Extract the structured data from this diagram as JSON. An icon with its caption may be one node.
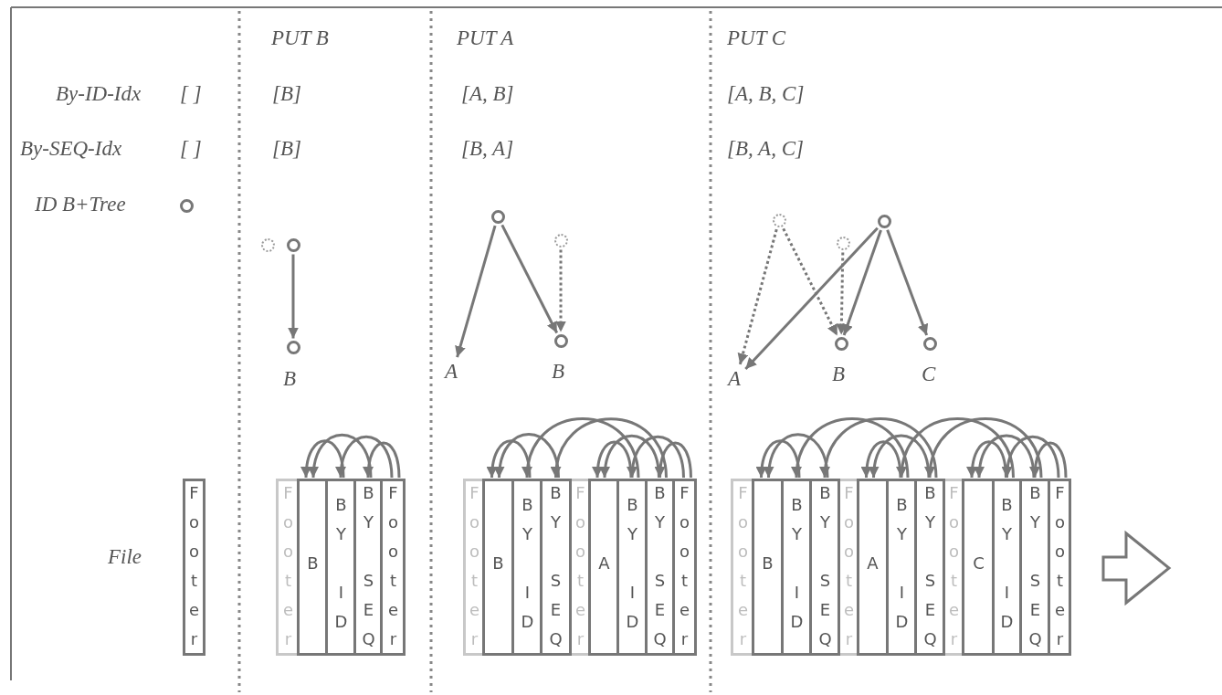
{
  "diagram": {
    "nodes": [
      {
        "text": [],
        "shape": "circle"
      },
      {
        "text": [
          "Footer"
        ]
      },
      {
        "text": [],
        "shape": "circle"
      },
      {
        "text": [],
        "shape": "circle"
      },
      {
        "text": [],
        "shape": "circle",
        "beside": [
          "B"
        ]
      },
      {
        "text": [
          "Footer"
        ]
      },
      {
        "text": [
          "B"
        ]
      },
      {
        "text": [
          "BY ID"
        ]
      },
      {
        "text": [
          "BY SEQ"
        ]
      },
      {
        "text": [
          "Footer"
        ]
      },
      {
        "text": [],
        "shape": "circle"
      },
      {
        "text": [],
        "shape": "circle"
      },
      {
        "text": [
          "A"
        ]
      },
      {
        "text": [],
        "shape": "circle",
        "beside": [
          "B"
        ]
      },
      {
        "text": [
          "Footer"
        ]
      },
      {
        "text": [
          "B"
        ]
      },
      {
        "text": [
          "BY ID"
        ]
      },
      {
        "text": [
          "BY SEQ"
        ]
      },
      {
        "text": [
          "Footer"
        ]
      },
      {
        "text": [
          "A"
        ]
      },
      {
        "text": [
          "BY ID"
        ]
      },
      {
        "text": [
          "BY SEQ"
        ]
      },
      {
        "text": [
          "Footer"
        ]
      },
      {
        "text": [],
        "shape": "circle"
      },
      {
        "text": [],
        "shape": "circle"
      },
      {
        "text": [],
        "shape": "circle"
      },
      {
        "text": [
          "A"
        ]
      },
      {
        "text": [],
        "shape": "circle",
        "beside": [
          "B"
        ]
      },
      {
        "text": [],
        "shape": "circle",
        "beside": [
          "C"
        ]
      },
      {
        "text": [
          "Footer"
        ]
      },
      {
        "text": [
          "B"
        ]
      },
      {
        "text": [
          "BY ID"
        ]
      },
      {
        "text": [
          "BY SEQ"
        ]
      },
      {
        "text": [
          "Footer"
        ]
      },
      {
        "text": [
          "A"
        ]
      },
      {
        "text": [
          "BY ID"
        ]
      },
      {
        "text": [
          "BY SEQ"
        ]
      },
      {
        "text": [
          "Footer"
        ]
      },
      {
        "text": [
          "C"
        ]
      },
      {
        "text": [
          "BY ID"
        ]
      },
      {
        "text": [
          "BY SEQ"
        ]
      },
      {
        "text": [
          "Footer"
        ]
      }
    ],
    "edges": [
      {
        "from": 3,
        "to": 4,
        "arrow": "to"
      },
      {
        "from": 10,
        "to": 12,
        "arrow": "to"
      },
      {
        "from": 10,
        "to": 13,
        "arrow": "to"
      },
      {
        "from": 11,
        "to": 13,
        "arrow": "to",
        "style": "dashed"
      },
      {
        "from": 23,
        "to": 26,
        "arrow": "to",
        "style": "dashed"
      },
      {
        "from": 23,
        "to": 27,
        "arrow": "to",
        "style": "dashed"
      },
      {
        "from": 25,
        "to": 27,
        "arrow": "to",
        "style": "dashed"
      },
      {
        "from": 24,
        "to": 26,
        "arrow": "to"
      },
      {
        "from": 24,
        "to": 27,
        "arrow": "to"
      },
      {
        "from": 24,
        "to": 28,
        "arrow": "to"
      },
      {
        "from": 7,
        "to": 6,
        "arrow": "to"
      },
      {
        "from": 8,
        "to": 6,
        "arrow": "to"
      },
      {
        "from": 9,
        "to": 7,
        "arrow": "to"
      },
      {
        "from": 9,
        "to": 8,
        "arrow": "to"
      },
      {
        "from": 16,
        "to": 15,
        "arrow": "to"
      },
      {
        "from": 17,
        "to": 15,
        "arrow": "to"
      },
      {
        "from": 20,
        "to": 19,
        "arrow": "to"
      },
      {
        "from": 20,
        "to": 16,
        "arrow": "to"
      },
      {
        "from": 21,
        "to": 19,
        "arrow": "to"
      },
      {
        "from": 21,
        "to": 17,
        "arrow": "to"
      },
      {
        "from": 22,
        "to": 20,
        "arrow": "to"
      },
      {
        "from": 22,
        "to": 21,
        "arrow": "to"
      },
      {
        "from": 31,
        "to": 30,
        "arrow": "to"
      },
      {
        "from": 32,
        "to": 30,
        "arrow": "to"
      },
      {
        "from": 35,
        "to": 34,
        "arrow": "to"
      },
      {
        "from": 35,
        "to": 31,
        "arrow": "to"
      },
      {
        "from": 36,
        "to": 34,
        "arrow": "to"
      },
      {
        "from": 36,
        "to": 32,
        "arrow": "to"
      },
      {
        "from": 39,
        "to": 38,
        "arrow": "to"
      },
      {
        "from": 39,
        "to": 35,
        "arrow": "to"
      },
      {
        "from": 40,
        "to": 38,
        "arrow": "to"
      },
      {
        "from": 40,
        "to": 36,
        "arrow": "to"
      },
      {
        "from": 41,
        "to": 39,
        "arrow": "to"
      },
      {
        "from": 41,
        "to": 40,
        "arrow": "to"
      }
    ],
    "labels": [
      "PUT B",
      "PUT A",
      "PUT C",
      "By-ID-Idx",
      "[ ]",
      "[B]",
      "[A, B]",
      "[A, B, C]",
      "By-SEQ-Idx",
      "[ ]",
      "[B]",
      "[B, A]",
      "[B, A, C]",
      "ID B+Tree",
      "File"
    ]
  }
}
